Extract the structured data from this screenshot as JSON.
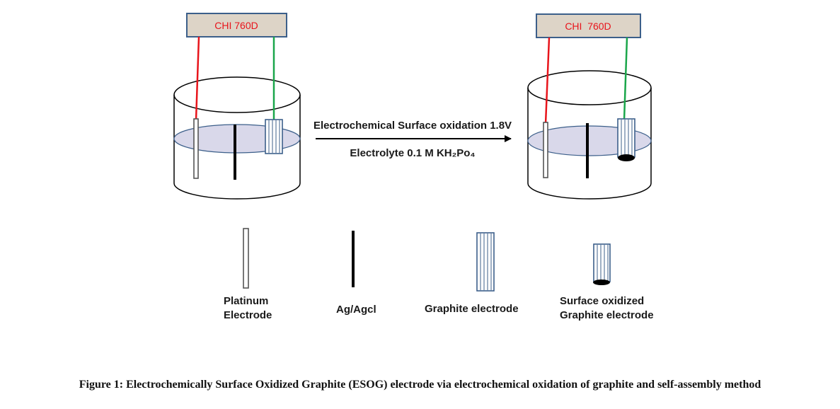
{
  "left_cell": {
    "device_label": "CHI 760D"
  },
  "right_cell": {
    "device_label": "CHI  760D"
  },
  "process": {
    "condition_label": "Electrochemical Surface oxidation 1.8V",
    "electrolyte_label": "Electrolyte 0.1 M KH₂Po₄"
  },
  "legend": {
    "platinum": {
      "line1": "Platinum",
      "line2": "Electrode"
    },
    "reference": {
      "label": "Ag/Agcl"
    },
    "graphite": {
      "label": "Graphite electrode"
    },
    "oxidized": {
      "line1": "Surface oxidized",
      "line2": "Graphite electrode"
    }
  },
  "caption": "Figure 1: Electrochemically Surface Oxidized Graphite (ESOG) electrode via electrochemical oxidation of graphite and self-assembly method",
  "colors": {
    "device_fill": "#ddd4c7",
    "device_border": "#3c5f8a",
    "red_wire": "#e8141b",
    "green_wire": "#1aa64a",
    "electrolyte": "#d9d8ea",
    "graphite_stroke": "#3c5f8a"
  }
}
